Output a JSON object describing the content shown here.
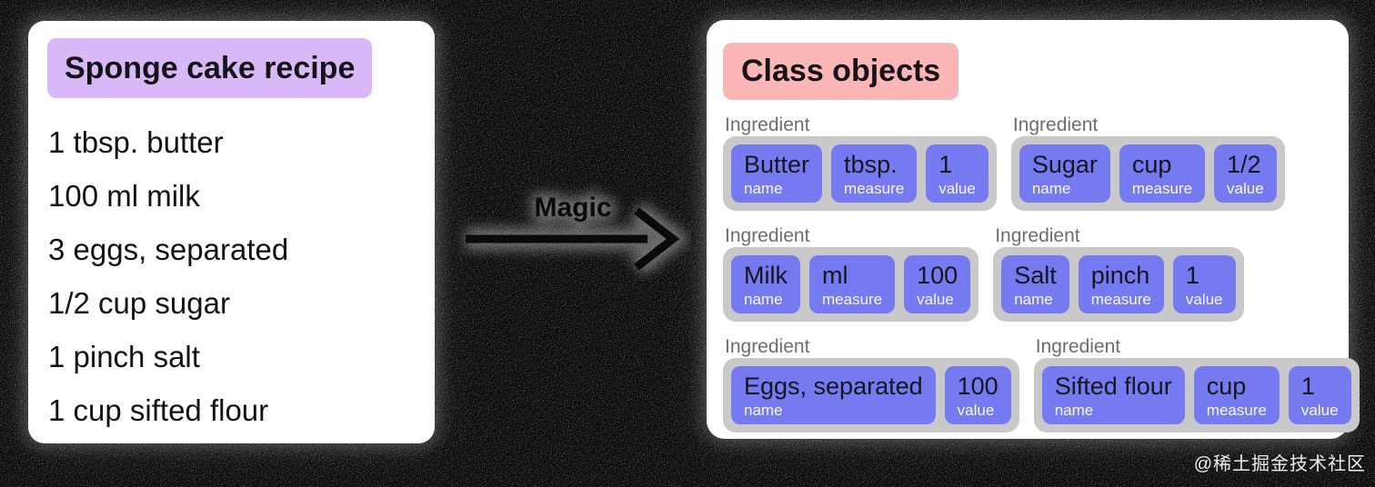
{
  "colors": {
    "background": "#060606",
    "card": "#ffffff",
    "recipe_title_bg": "#d9b8f8",
    "class_title_bg": "#fcb6b6",
    "chip_bg": "#767af0",
    "group_bg": "#c9c9c9",
    "label_gray": "#6d6d6d",
    "text_dark": "#141418",
    "chip_label": "#f7f7ff",
    "arrow": "#0a0a0a",
    "watermark_color": "#ededed"
  },
  "left_card": {
    "title": "Sponge cake recipe",
    "items": [
      "1 tbsp. butter",
      "100 ml milk",
      "3 eggs, separated",
      "1/2 cup sugar",
      "1 pinch salt",
      "1 cup sifted flour"
    ]
  },
  "arrow": {
    "label": "Magic"
  },
  "right_card": {
    "title": "Class objects",
    "rows": [
      [
        {
          "label": "Ingredient",
          "chips": [
            {
              "text": "Butter",
              "field": "name"
            },
            {
              "text": "tbsp.",
              "field": "measure"
            },
            {
              "text": "1",
              "field": "value"
            }
          ]
        },
        {
          "label": "Ingredient",
          "chips": [
            {
              "text": "Sugar",
              "field": "name"
            },
            {
              "text": "cup",
              "field": "measure"
            },
            {
              "text": "1/2",
              "field": "value"
            }
          ]
        }
      ],
      [
        {
          "label": "Ingredient",
          "chips": [
            {
              "text": "Milk",
              "field": "name"
            },
            {
              "text": "ml",
              "field": "measure"
            },
            {
              "text": "100",
              "field": "value"
            }
          ]
        },
        {
          "label": "Ingredient",
          "chips": [
            {
              "text": "Salt",
              "field": "name"
            },
            {
              "text": "pinch",
              "field": "measure"
            },
            {
              "text": "1",
              "field": "value"
            }
          ]
        }
      ],
      [
        {
          "label": "Ingredient",
          "chips": [
            {
              "text": "Eggs, separated",
              "field": "name"
            },
            {
              "text": "100",
              "field": "value"
            }
          ]
        },
        {
          "label": "Ingredient",
          "chips": [
            {
              "text": "Sifted flour",
              "field": "name"
            },
            {
              "text": "cup",
              "field": "measure"
            },
            {
              "text": "1",
              "field": "value"
            }
          ]
        }
      ]
    ]
  },
  "watermark": "@稀土掘金技术社区"
}
